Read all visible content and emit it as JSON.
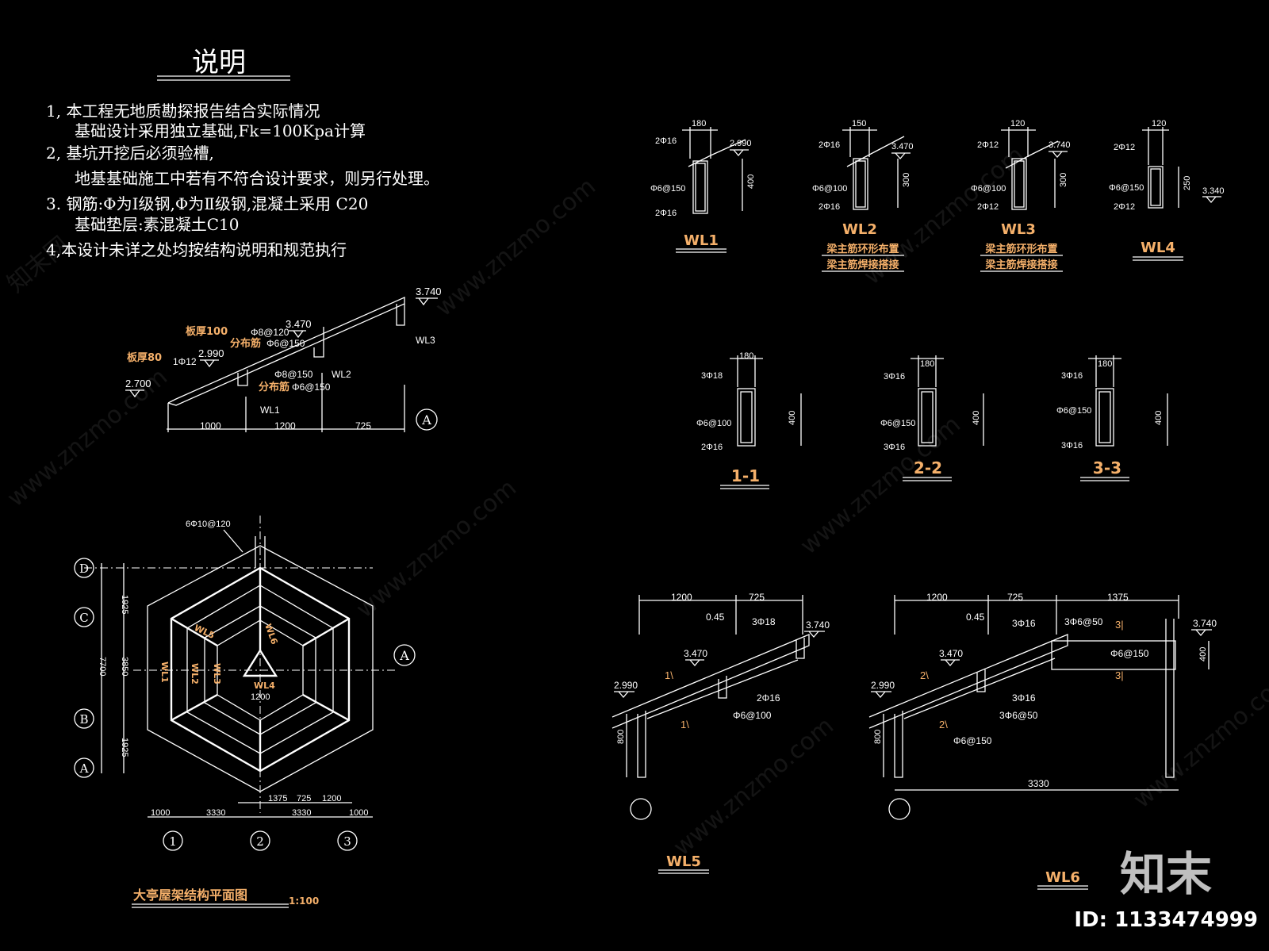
{
  "notes": {
    "title": "说明",
    "lines": [
      "1, 本工程无地质勘探报告结合实际情况",
      "基础设计采用独立基础,Fk=100Kpa计算",
      "2, 基坑开挖后必须验槽,",
      "地基基础施工中若有不符合设计要求，则另行处理。",
      "3. 钢筋:Φ为Ⅰ级钢,Φ为Ⅱ级钢,混凝土采用 C20",
      "基础垫层:素混凝土C10",
      "4,本设计未详之处均按结构说明和规范执行"
    ]
  },
  "roof_section": {
    "labels": [
      "3.740",
      "3.470",
      "2.990",
      "2.700",
      "板厚100",
      "板厚80",
      "Φ8@120",
      "Φ6@150",
      "分布筋",
      "Φ8@150",
      "分布筋",
      "Φ6@150",
      "1Φ12",
      "WL3",
      "WL2",
      "WL1"
    ],
    "dims": [
      "1000",
      "1200",
      "725"
    ],
    "axis": "A"
  },
  "beams_top": [
    {
      "name": "WL1",
      "width": "180",
      "height": "400",
      "top": "2Φ16",
      "bottom": "2Φ16",
      "stirrup": "Φ6@150",
      "elev": "2.990",
      "notes": []
    },
    {
      "name": "WL2",
      "width": "150",
      "height": "300",
      "top": "2Φ16",
      "bottom": "2Φ16",
      "stirrup": "Φ6@100",
      "elev": "3.470",
      "notes": [
        "梁主筋环形布置",
        "梁主筋焊接搭接"
      ]
    },
    {
      "name": "WL3",
      "width": "120",
      "height": "300",
      "top": "2Φ12",
      "bottom": "2Φ12",
      "stirrup": "Φ6@100",
      "elev": "3.740",
      "notes": [
        "梁主筋环形布置",
        "梁主筋焊接搭接"
      ]
    },
    {
      "name": "WL4",
      "width": "120",
      "height": "250",
      "top": "2Φ12",
      "bottom": "2Φ12",
      "stirrup": "Φ6@150",
      "elev": "3.340",
      "notes": []
    }
  ],
  "sections": [
    {
      "name": "1-1",
      "width": "180",
      "height": "400",
      "top": "3Φ18",
      "bottom": "2Φ16",
      "stirrup": "Φ6@100"
    },
    {
      "name": "2-2",
      "width": "180",
      "height": "400",
      "top": "3Φ16",
      "bottom": "3Φ16",
      "stirrup": "Φ6@150"
    },
    {
      "name": "3-3",
      "width": "180",
      "height": "400",
      "top": "3Φ16",
      "bottom": "3Φ16",
      "stirrup": "Φ6@150"
    }
  ],
  "plan": {
    "title": "大亭屋架结构平面图",
    "scale": "1:100",
    "rebar": "6Φ10@120",
    "axes_rows": [
      "D",
      "C",
      "B",
      "A"
    ],
    "axes_cols": [
      "1",
      "2",
      "3"
    ],
    "axis_right": "A",
    "dims_left": [
      "1925",
      "3850",
      "7700",
      "1925"
    ],
    "dims_bottom": [
      "1000",
      "3330",
      "1375",
      "725",
      "1200",
      "3330",
      "1000"
    ],
    "beam_labels": [
      "WL5",
      "WL6",
      "WL1",
      "WL2",
      "WL3",
      "WL4"
    ],
    "inner_dim": "1200"
  },
  "wl5": {
    "name": "WL5",
    "dims_top": [
      "1200",
      "725"
    ],
    "elevs": [
      "3.740",
      "3.470",
      "2.990"
    ],
    "labels": [
      "0.45",
      "3Φ18",
      "2Φ16",
      "Φ6@100",
      "1\\",
      "1\\"
    ],
    "dim_side": "800"
  },
  "wl6": {
    "name": "WL6",
    "dims_top": [
      "1200",
      "725",
      "1375"
    ],
    "elevs": [
      "3.740",
      "3.470",
      "2.990"
    ],
    "labels": [
      "0.45",
      "3Φ16",
      "3Φ6@50",
      "3|",
      "Φ6@150",
      "3|",
      "3Φ16",
      "3Φ6@50",
      "2\\",
      "2\\",
      "Φ6@150"
    ],
    "dim_side": "800",
    "dim_height": "400",
    "dim_bottom": "3330"
  },
  "watermark": {
    "site": "www.znzmo.com",
    "brand": "知末网",
    "logo": "知末",
    "id": "ID: 1133474999"
  }
}
